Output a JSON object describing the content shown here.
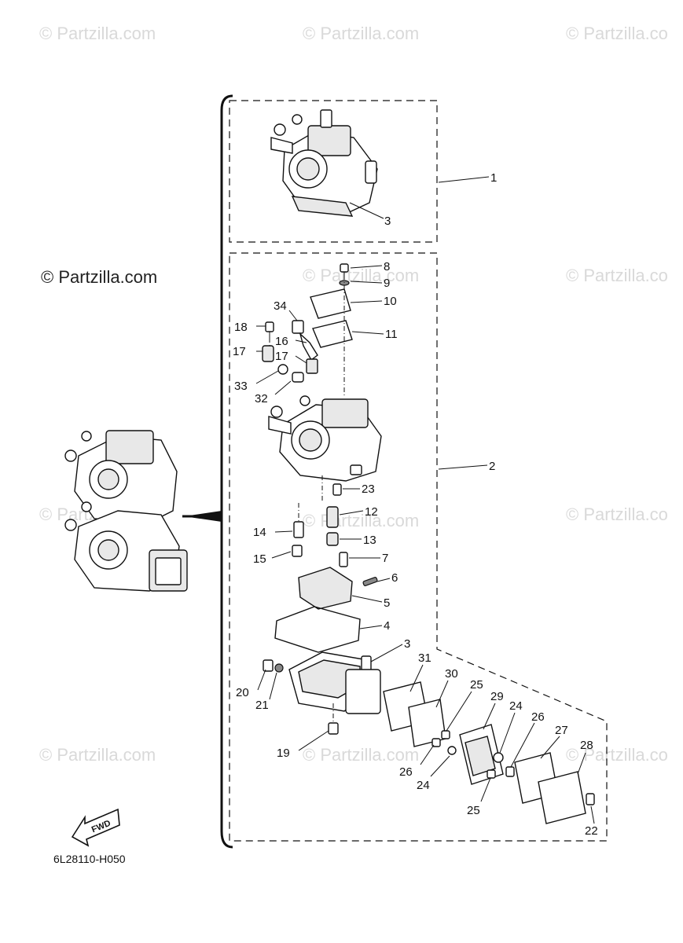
{
  "watermarks": {
    "top_left": "© Partzilla.com",
    "top_center": "© Partzilla.com",
    "top_right": "© Partzilla.co",
    "mid_left": "© Partzilla.com",
    "mid_center": "© Partzilla.com",
    "mid_right": "© Partzilla.co",
    "row3_left": "© Partzilla.com",
    "row3_center": "© Partzilla.com",
    "row3_right": "© Partzilla.co",
    "row4_left": "© Partzilla.com",
    "row4_center": "© Partzilla.com",
    "row4_right": "© Partzilla.co"
  },
  "diagram_code": "6L28110-H050",
  "fwd_label": "FWD",
  "callouts": {
    "c1": "1",
    "c3_top": "3",
    "c8": "8",
    "c9": "9",
    "c10": "10",
    "c11": "11",
    "c34": "34",
    "c18": "18",
    "c16": "16",
    "c17a": "17",
    "c17b": "17",
    "c33": "33",
    "c32": "32",
    "c2": "2",
    "c23": "23",
    "c12": "12",
    "c14": "14",
    "c13": "13",
    "c15": "15",
    "c7": "7",
    "c6": "6",
    "c5": "5",
    "c4": "4",
    "c3_bowl": "3",
    "c31": "31",
    "c30": "30",
    "c25a": "25",
    "c29": "29",
    "c24a": "24",
    "c26a": "26",
    "c27": "27",
    "c28": "28",
    "c20": "20",
    "c21": "21",
    "c19": "19",
    "c26b": "26",
    "c24b": "24",
    "c25b": "25",
    "c22": "22"
  }
}
